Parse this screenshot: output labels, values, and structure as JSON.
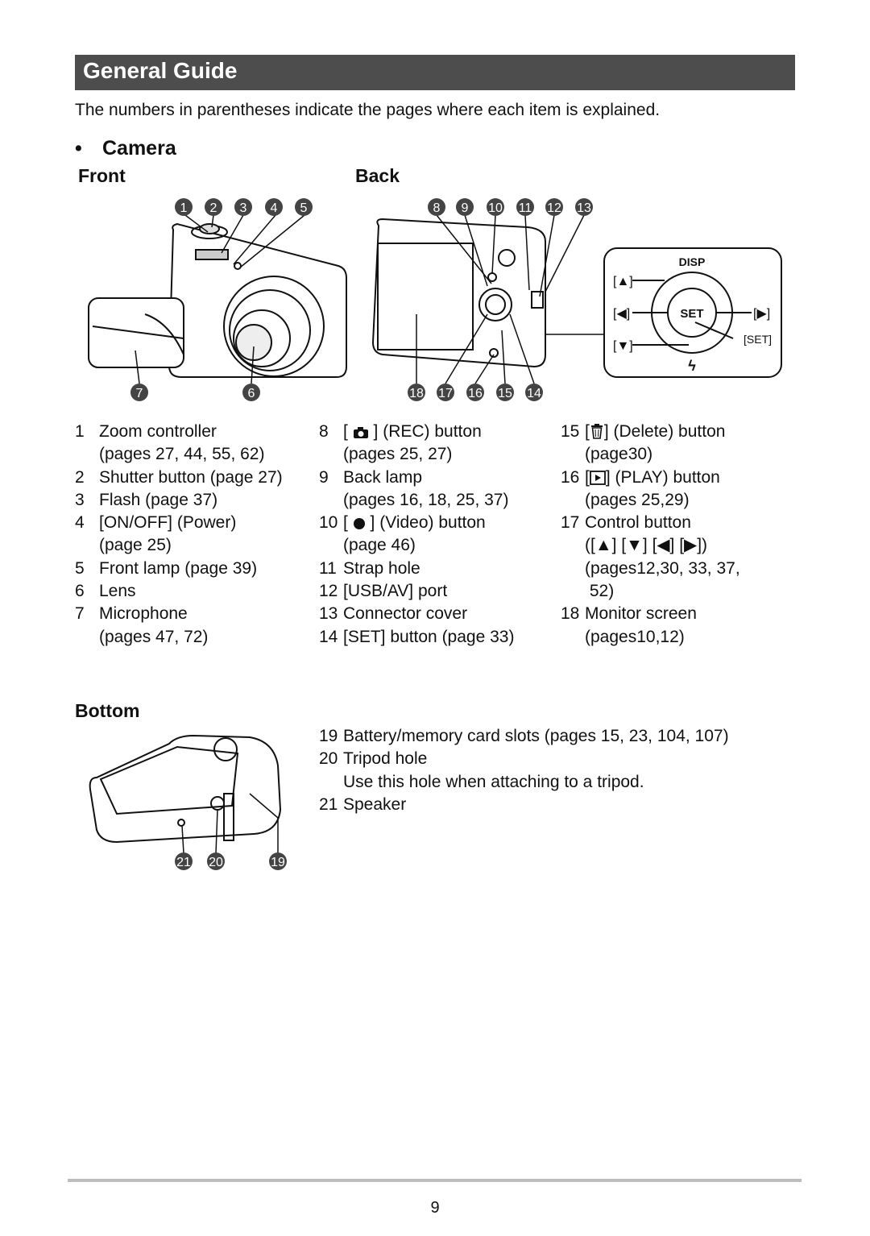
{
  "header": {
    "title": "General Guide"
  },
  "intro": "The numbers in parentheses indicate the pages where each item is explained.",
  "section": {
    "bullet": "•",
    "title": "Camera"
  },
  "subheads": {
    "front": "Front",
    "back": "Back",
    "bottom": "Bottom"
  },
  "callouts": {
    "front": [
      "1",
      "2",
      "3",
      "4",
      "5",
      "6",
      "7"
    ],
    "back": [
      "8",
      "9",
      "10",
      "11",
      "12",
      "13",
      "14",
      "15",
      "16",
      "17",
      "18"
    ],
    "bottom": [
      "19",
      "20",
      "21"
    ]
  },
  "control_pad": {
    "disp": "DISP",
    "set": "SET",
    "up": "[▲]",
    "down": "[▼]",
    "left": "[◀]",
    "right": "[▶]",
    "set_label": "[SET]",
    "flash_glyph": "ϟ"
  },
  "items": {
    "i1": {
      "num": "1",
      "line1": "Zoom controller",
      "line2": "(pages 27, 44, 55, 62)"
    },
    "i2": {
      "num": "2",
      "line1": "Shutter button (page 27)"
    },
    "i3": {
      "num": "3",
      "line1": "Flash (page 37)"
    },
    "i4": {
      "num": "4",
      "line1": "[ON/OFF] (Power)",
      "line2": "(page 25)"
    },
    "i5": {
      "num": "5",
      "line1": "Front lamp (page 39)"
    },
    "i6": {
      "num": "6",
      "line1": "Lens"
    },
    "i7": {
      "num": "7",
      "line1": "Microphone",
      "line2": "(pages 47, 72)"
    },
    "i8": {
      "num": "8",
      "pre": "[",
      "post": "] (REC) button",
      "line2": "(pages 25, 27)"
    },
    "i9": {
      "num": "9",
      "line1": "Back lamp",
      "line2": "(pages 16, 18, 25, 37)"
    },
    "i10": {
      "num": "10",
      "pre": "[",
      "post": "] (Video) button",
      "line2": "(page 46)"
    },
    "i11": {
      "num": "11",
      "line1": "Strap hole"
    },
    "i12": {
      "num": "12",
      "line1": "[USB/AV] port"
    },
    "i13": {
      "num": "13",
      "line1": "Connector cover"
    },
    "i14": {
      "num": "14",
      "line1": "[SET] button (page 33)"
    },
    "i15": {
      "num": "15",
      "pre": "[",
      "post": "] (Delete) button",
      "line2": "(page30)"
    },
    "i16": {
      "num": "16",
      "pre": "[",
      "post": "] (PLAY) button",
      "line2": "(pages 25,29)"
    },
    "i17": {
      "num": "17",
      "line1": "Control button",
      "line2": "([▲] [▼] [◀] [▶])",
      "line3": "(pages12,30, 33, 37,",
      "line4": " 52)"
    },
    "i18": {
      "num": "18",
      "line1": "Monitor screen",
      "line2": "(pages10,12)"
    },
    "i19": {
      "num": "19",
      "line1": "Battery/memory card slots (pages 15, 23, 104, 107)"
    },
    "i20": {
      "num": "20",
      "line1": "Tripod hole",
      "line2": "Use this hole when attaching to a tripod."
    },
    "i21": {
      "num": "21",
      "line1": "Speaker"
    }
  },
  "icons": {
    "i8": "camera-icon",
    "i10": "record-dot-icon",
    "i15": "trash-icon",
    "i16": "play-icon"
  },
  "footer": {
    "page_number": "9"
  }
}
